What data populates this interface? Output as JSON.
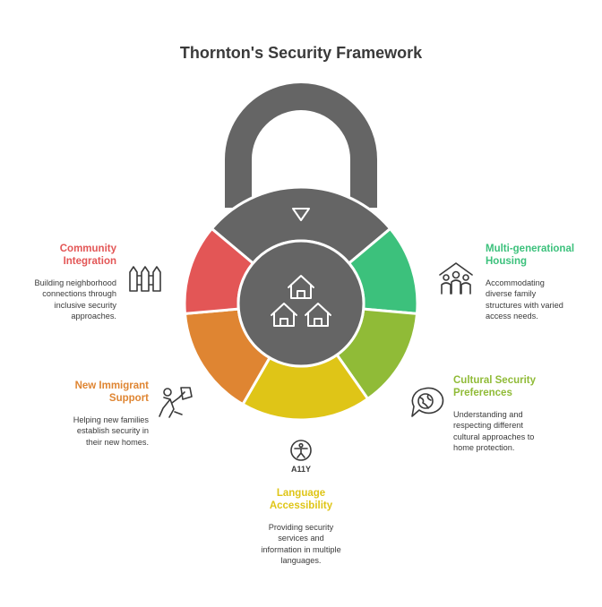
{
  "title": "Thornton's Security Framework",
  "colors": {
    "shackle": "#656565",
    "hub": "#656565",
    "top_segment": "#656565",
    "community": "#E35656",
    "multigen": "#3CC17C",
    "cultural": "#90BB37",
    "language": "#DFC517",
    "immigrant": "#DF8532"
  },
  "center_icon": "houses-icon",
  "top_icon": "triangle-down-icon",
  "items": {
    "community": {
      "title_line1": "Community",
      "title_line2": "Integration",
      "desc_line1": "Building neighborhood",
      "desc_line2": "connections through",
      "desc_line3": "inclusive security",
      "desc_line4": "approaches.",
      "icon": "fence-icon"
    },
    "multigen": {
      "title_line1": "Multi-generational",
      "title_line2": "Housing",
      "desc_line1": "Accommodating",
      "desc_line2": "diverse family",
      "desc_line3": "structures with varied",
      "desc_line4": "access needs.",
      "icon": "family-house-icon"
    },
    "immigrant": {
      "title_line1": "New Immigrant",
      "title_line2": "Support",
      "desc_line1": "Helping new families",
      "desc_line2": "establish security in",
      "desc_line3": "their new homes.",
      "icon": "traveler-icon"
    },
    "cultural": {
      "title_line1": "Cultural Security",
      "title_line2": "Preferences",
      "desc_line1": "Understanding and",
      "desc_line2": "respecting different",
      "desc_line3": "cultural approaches to",
      "desc_line4": "home protection.",
      "icon": "globe-chat-icon"
    },
    "language": {
      "title_line1": "Language",
      "title_line2": "Accessibility",
      "desc_line1": "Providing security",
      "desc_line2": "services and",
      "desc_line3": "information in multiple",
      "desc_line4": "languages.",
      "icon": "accessibility-icon",
      "icon_label": "A11Y"
    }
  }
}
